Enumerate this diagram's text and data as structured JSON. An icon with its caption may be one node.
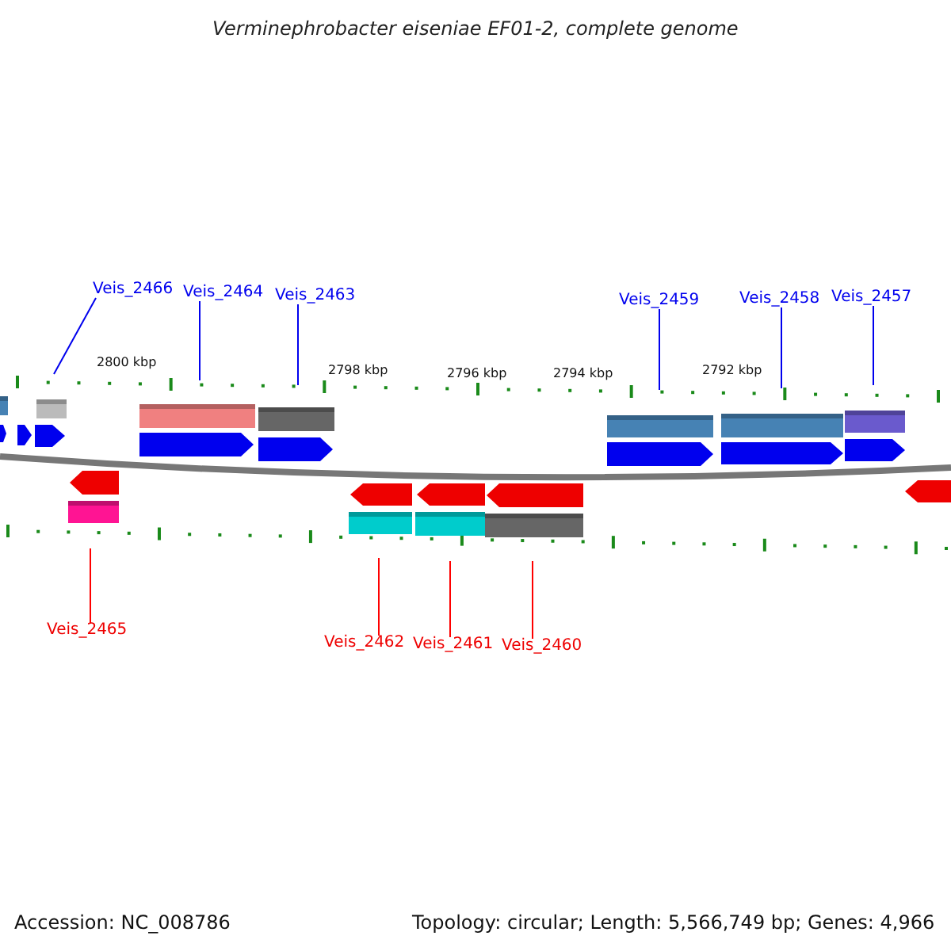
{
  "diagram": {
    "title": "Verminephrobacter eiseniae EF01-2, complete genome",
    "nodes": [
      {
        "text": [
          "Veis_2466"
        ]
      },
      {
        "text": [
          "Veis_2464"
        ]
      },
      {
        "text": [
          "Veis_2463"
        ]
      },
      {
        "text": [
          "Veis_2459"
        ]
      },
      {
        "text": [
          "Veis_2458"
        ]
      },
      {
        "text": [
          "Veis_2457"
        ]
      },
      {
        "text": [
          "Veis_2465"
        ]
      },
      {
        "text": [
          "Veis_2462"
        ]
      },
      {
        "text": [
          "Veis_2461"
        ]
      },
      {
        "text": [
          "Veis_2460"
        ]
      }
    ],
    "edges": [
      {
        "from": 0,
        "to": null,
        "arrow": "none"
      },
      {
        "from": 1,
        "to": null,
        "arrow": "none"
      },
      {
        "from": 2,
        "to": null,
        "arrow": "none"
      },
      {
        "from": 3,
        "to": null,
        "arrow": "none"
      },
      {
        "from": 4,
        "to": null,
        "arrow": "none"
      },
      {
        "from": 5,
        "to": null,
        "arrow": "none"
      },
      {
        "from": 6,
        "to": null,
        "arrow": "none",
        "color": "#ff0000"
      },
      {
        "from": 7,
        "to": null,
        "arrow": "none",
        "color": "#ff0000"
      },
      {
        "from": 8,
        "to": null,
        "arrow": "none",
        "color": "#ff0000"
      },
      {
        "from": 9,
        "to": null,
        "arrow": "none",
        "color": "#ff0000"
      }
    ],
    "labels": [
      "2800 kbp",
      "2798 kbp",
      "2796 kbp",
      "2794 kbp",
      "2792 kbp",
      "Accession: NC_008786",
      "Topology: circular; Length: 5,566,749 bp; Genes: 4,966"
    ]
  }
}
